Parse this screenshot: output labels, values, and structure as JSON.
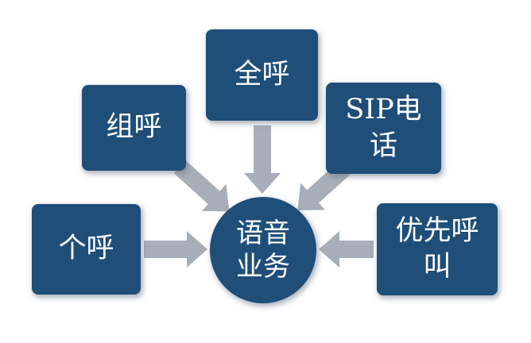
{
  "diagram": {
    "type": "hub-and-spoke",
    "center_node": {
      "label": "语音\n业务"
    },
    "nodes": [
      {
        "id": "all-call",
        "label": "全呼"
      },
      {
        "id": "group-call",
        "label": "组呼"
      },
      {
        "id": "sip-phone",
        "label": "SIP电话"
      },
      {
        "id": "individual-call",
        "label": "个呼"
      },
      {
        "id": "priority-call",
        "label": "优先呼叫"
      }
    ],
    "arrows": [
      {
        "from": "all-call",
        "to": "center",
        "direction": "down"
      },
      {
        "from": "group-call",
        "to": "center",
        "direction": "down-right"
      },
      {
        "from": "sip-phone",
        "to": "center",
        "direction": "down-left"
      },
      {
        "from": "individual-call",
        "to": "center",
        "direction": "right"
      },
      {
        "from": "priority-call",
        "to": "center",
        "direction": "left"
      }
    ],
    "colors": {
      "node_fill": "#1F4E79",
      "arrow_fill": "#A7AEB8",
      "label_text": "#FFFFFF",
      "background": "#FFFFFF"
    }
  }
}
